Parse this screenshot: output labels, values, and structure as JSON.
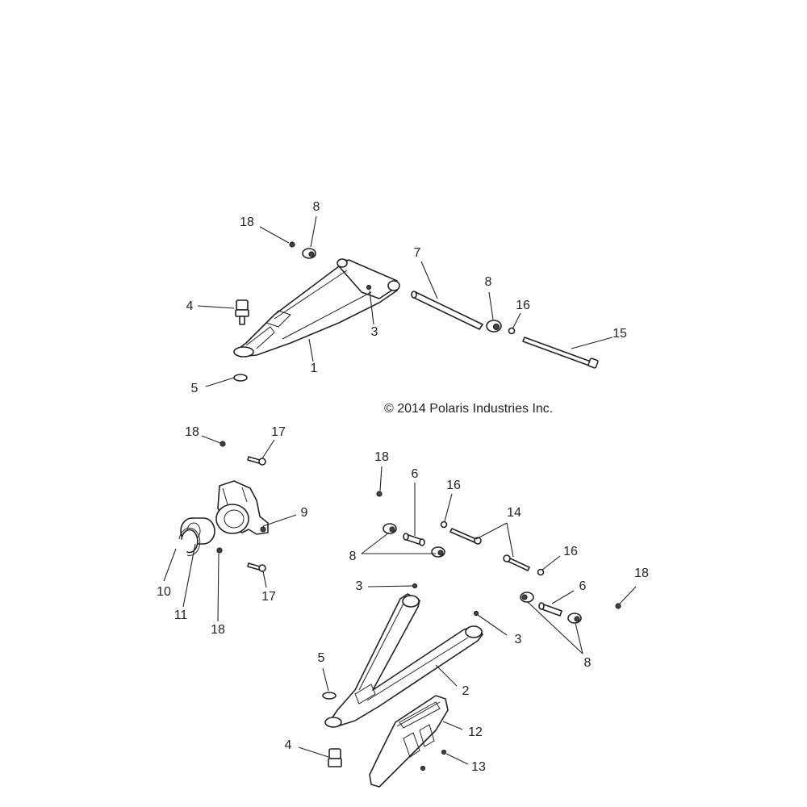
{
  "copyright": "© 2014 Polaris Industries Inc.",
  "callouts": [
    "18",
    "8",
    "7",
    "8",
    "16",
    "15",
    "4",
    "3",
    "1",
    "5",
    "18",
    "17",
    "18",
    "6",
    "16",
    "14",
    "9",
    "8",
    "16",
    "10",
    "11",
    "17",
    "18",
    "3",
    "6",
    "18",
    "3",
    "8",
    "5",
    "2",
    "12",
    "4",
    "13"
  ]
}
